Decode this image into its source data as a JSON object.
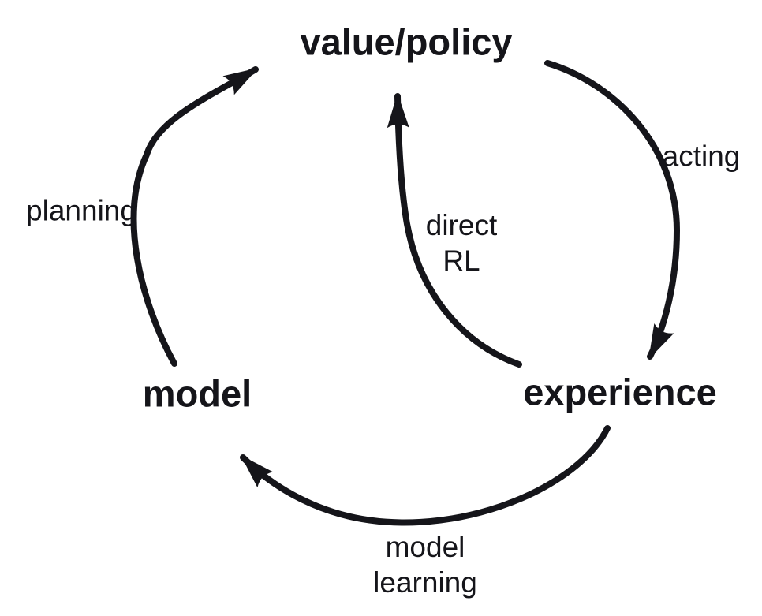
{
  "diagram": {
    "title": "dyna-architecture-cycle",
    "nodes": {
      "value_policy": "value/policy",
      "experience": "experience",
      "model": "model"
    },
    "edge_labels": {
      "acting": "acting",
      "direct_rl": "direct\nRL",
      "planning": "planning",
      "model_learning": "model\nlearning"
    },
    "colors": {
      "ink": "#15151a",
      "background": "#ffffff"
    }
  }
}
